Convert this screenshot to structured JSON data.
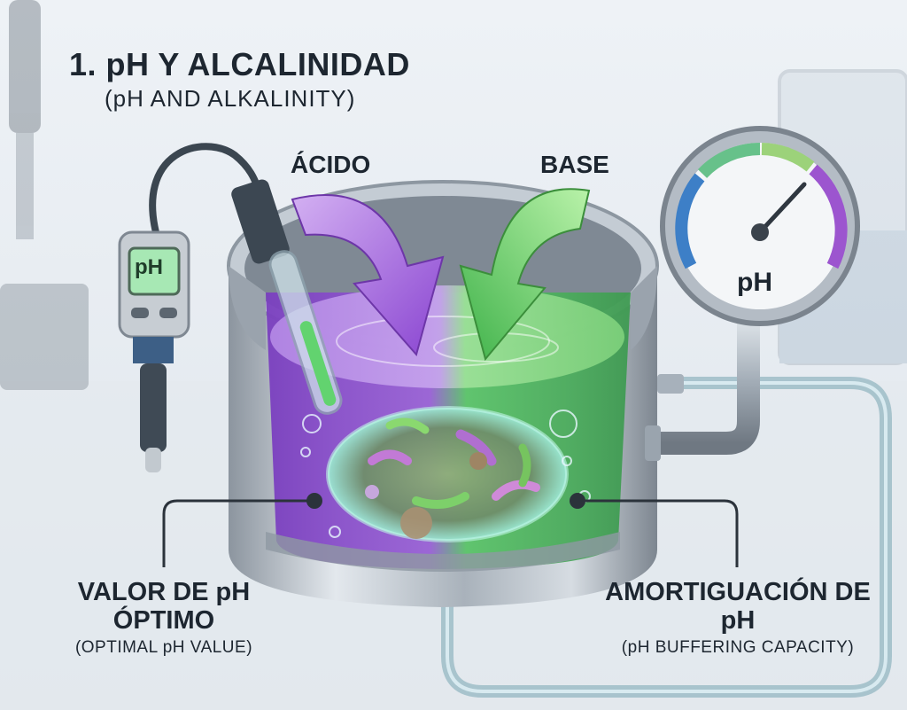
{
  "title": "1. pH Y ALCALINIDAD",
  "subtitle": "(pH AND ALKALINITY)",
  "arrows": {
    "acid_label": "ÁCIDO",
    "base_label": "BASE"
  },
  "meter": {
    "screen_text": "pH"
  },
  "gauge": {
    "label": "pH"
  },
  "callouts": {
    "left_main": "VALOR DE pH ÓPTIMO",
    "left_sub": "(OPTIMAL pH VALUE)",
    "right_main": "AMORTIGUACIÓN DE pH",
    "right_sub": "(pH BUFFERING CAPACITY)"
  },
  "colors": {
    "acid": "#9b59d6",
    "base": "#5fd65a",
    "steel": "#b9c2cc",
    "liquid_acid": "#8a4fc9",
    "liquid_base": "#56c26a"
  }
}
